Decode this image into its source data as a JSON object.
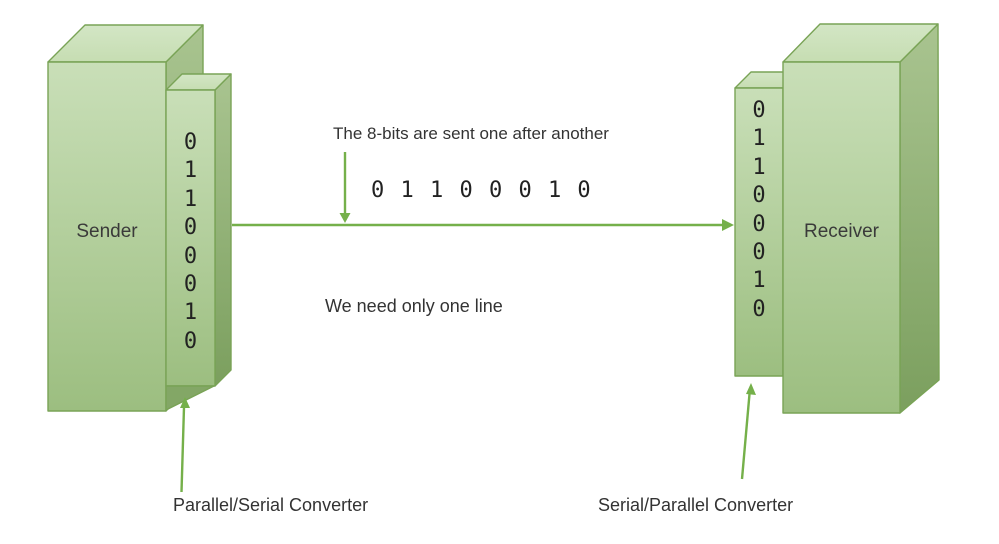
{
  "sender": {
    "label": "Sender",
    "bits": [
      "0",
      "1",
      "1",
      "0",
      "0",
      "0",
      "1",
      "0"
    ]
  },
  "receiver": {
    "label": "Receiver",
    "bits": [
      "0",
      "1",
      "1",
      "0",
      "0",
      "0",
      "1",
      "0"
    ]
  },
  "notes": {
    "transmission": "The 8-bits are sent one after another",
    "serial_bits": "0 1 1 0 0 0 1 0",
    "line": "We need only one line"
  },
  "converters": {
    "left": "Parallel/Serial Converter",
    "right": "Serial/Parallel Converter"
  },
  "colors": {
    "box_top_face": "#cfe3c0",
    "box_front_light": "#c9dfb8",
    "box_front_dark": "#9cbe80",
    "box_side_light": "#a9c490",
    "box_side_dark": "#7b9f5e",
    "box_outline": "#79a356",
    "arrow": "#75b04a",
    "text": "#333333"
  }
}
